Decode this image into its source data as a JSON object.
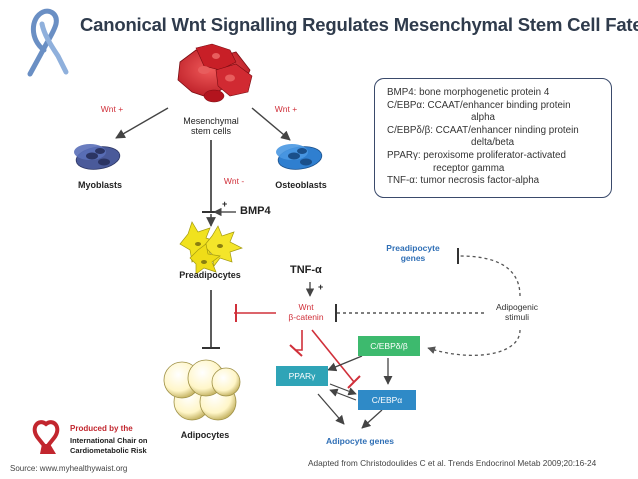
{
  "title": "Canonical Wnt Signalling Regulates Mesenchymal Stem Cell Fate",
  "nodes": {
    "msc": "Mesenchymal stem cells",
    "myoblasts": "Myoblasts",
    "osteoblasts": "Osteoblasts",
    "preadipocytes": "Preadipocytes",
    "adipocytes": "Adipocytes",
    "bmp4": "BMP4",
    "tnf": "TNF-α",
    "wnt_bcat_1": "Wnt",
    "wnt_bcat_2": "β-catenin",
    "preadipocyte_genes_1": "Preadipocyte",
    "preadipocyte_genes_2": "genes",
    "adipogenic_1": "Adipogenic",
    "adipogenic_2": "stimuli",
    "cebpd": "C/EBPδ/β",
    "ppar": "PPARγ",
    "cebpa": "C/EBPα",
    "adipocyte_genes": "Adipocyte genes"
  },
  "signs": {
    "wnt_plus_left": "Wnt +",
    "wnt_plus_right": "Wnt +",
    "wnt_minus": "Wnt -",
    "plus_bmp4": "+",
    "plus_tnf": "+"
  },
  "msc_lines": [
    "Mesenchymal",
    "stem cells"
  ],
  "legend": [
    {
      "text": "BMP4: bone morphogenetic protein 4",
      "indent": 0
    },
    {
      "text": "C/EBPα: CCAAT/enhancer binding protein",
      "indent": 0
    },
    {
      "text": "alpha",
      "indent": 2
    },
    {
      "text": "C/EBPδ/β: CCAAT/enhancer ninding protein",
      "indent": 0
    },
    {
      "text": "delta/beta",
      "indent": 2
    },
    {
      "text": "PPARγ: peroxisome proliferator-activated",
      "indent": 0
    },
    {
      "text": "receptor gamma",
      "indent": 1
    },
    {
      "text": "TNF-α: tumor necrosis factor-alpha",
      "indent": 0
    }
  ],
  "logo": {
    "line1": "Produced by the",
    "line2": "International Chair on",
    "line3": "Cardiometabolic Risk"
  },
  "source": "Source: www.myhealthywaist.org",
  "citation": "Adapted from Christodoulides C et al. Trends Endocrinol Metab 2009;20:16-24",
  "colors": {
    "title": "#2f3b4c",
    "red_text": "#d0303a",
    "blue_text": "#2f6fb6",
    "green_box": "#3dba6e",
    "teal_box": "#2fa4b7",
    "blue_box": "#2f8ac7",
    "stem_cell": "#d8262e",
    "myoblast": "#4a5a9a",
    "osteoblast": "#2f7fd0",
    "preadipocyte": "#f1e21e",
    "ribbon": "#6a8fc4"
  }
}
